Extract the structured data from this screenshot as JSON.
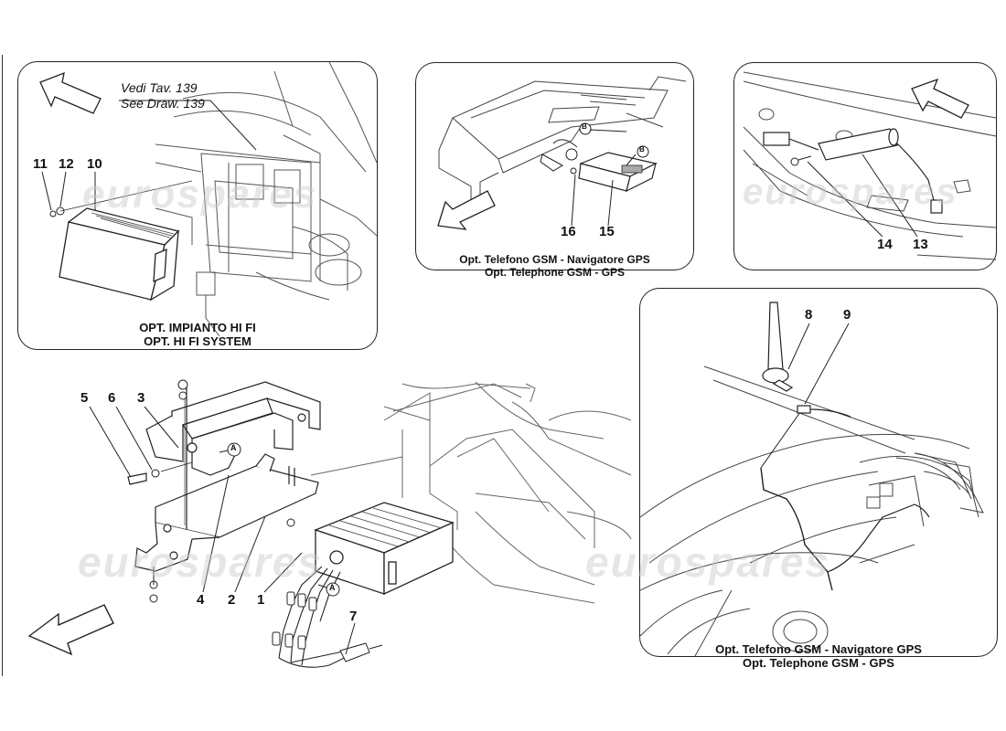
{
  "watermark": "eurospares",
  "panels": {
    "hifi": {
      "caption_line1": "OPT. IMPIANTO HI FI",
      "caption_line2": "OPT. HI FI SYSTEM",
      "reference_line1": "Vedi Tav. 139",
      "reference_line2": "See Draw. 139",
      "callouts": [
        "11",
        "12",
        "10"
      ]
    },
    "gsm_top": {
      "caption_line1": "Opt. Telefono GSM - Navigatore GPS",
      "caption_line2": "Opt. Telephone GSM - GPS",
      "callouts": [
        "16",
        "15"
      ],
      "markers": [
        "B",
        "B"
      ]
    },
    "antenna_rear": {
      "callouts": [
        "14",
        "13"
      ]
    },
    "gsm_car": {
      "caption_line1": "Opt. Telefono GSM - Navigatore GPS",
      "caption_line2": "Opt. Telephone GSM - GPS",
      "callouts": [
        "8",
        "9"
      ]
    }
  },
  "main": {
    "callouts": [
      "5",
      "6",
      "3",
      "4",
      "2",
      "1",
      "7"
    ],
    "markers": [
      "A",
      "A"
    ]
  }
}
